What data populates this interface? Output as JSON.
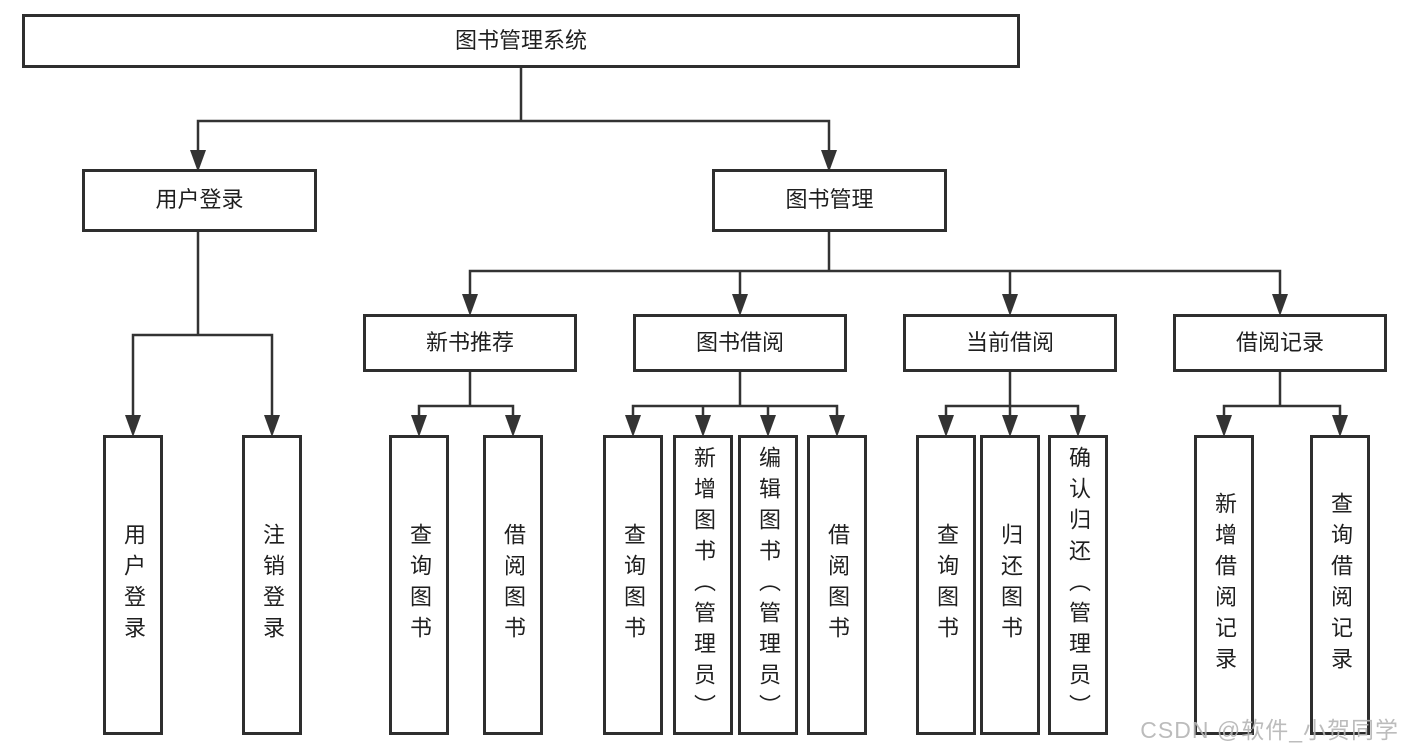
{
  "tree": {
    "root": {
      "label": "图书管理系统"
    },
    "children": [
      {
        "label": "用户登录",
        "children": [
          {
            "label": "用户登录"
          },
          {
            "label": "注销登录"
          }
        ]
      },
      {
        "label": "图书管理",
        "children": [
          {
            "label": "新书推荐",
            "children": [
              {
                "label": "查询图书"
              },
              {
                "label": "借阅图书"
              }
            ]
          },
          {
            "label": "图书借阅",
            "children": [
              {
                "label": "查询图书"
              },
              {
                "label": "新增图书（管理员）"
              },
              {
                "label": "编辑图书（管理员）"
              },
              {
                "label": "借阅图书"
              }
            ]
          },
          {
            "label": "当前借阅",
            "children": [
              {
                "label": "查询图书"
              },
              {
                "label": "归还图书"
              },
              {
                "label": "确认归还（管理员）"
              }
            ]
          },
          {
            "label": "借阅记录",
            "children": [
              {
                "label": "新增借阅记录"
              },
              {
                "label": "查询借阅记录"
              }
            ]
          }
        ]
      }
    ]
  },
  "watermark": {
    "text": "CSDN @软件_小贺同学"
  },
  "colors": {
    "line": "#333333",
    "box_border": "#2e2e2e",
    "text": "#1f1f1f",
    "watermark": "#b5b5b5",
    "background": "#ffffff"
  }
}
